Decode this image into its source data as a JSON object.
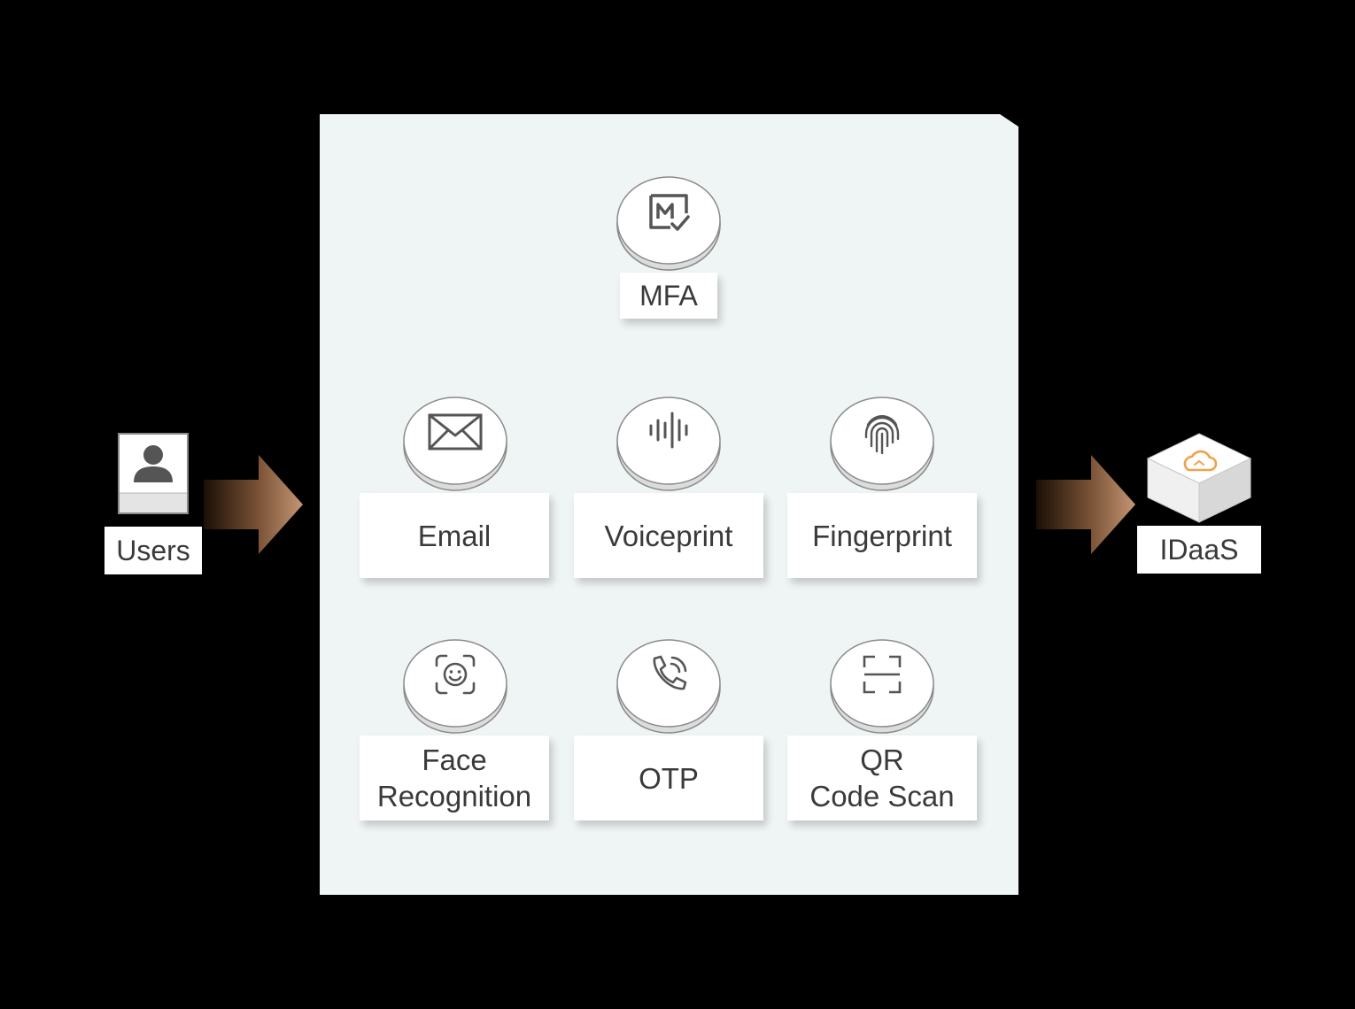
{
  "colors": {
    "background": "#000000",
    "panel": "#eff4f4",
    "card": "#ffffff",
    "text": "#3a3a3a",
    "disc_top": "#ffffff",
    "disc_side": "#dcdcdc",
    "disc_outline": "#8a8a8a",
    "icon_gray": "#555555",
    "cloud_orange": "#f0a24a",
    "arrow_dark": "#1a0f06",
    "arrow_light": "#c49674"
  },
  "users": {
    "label": "Users",
    "icon": "user-icon"
  },
  "idaas": {
    "label": "IDaaS",
    "icon": "cloud-icon"
  },
  "mfa": {
    "label": "MFA",
    "icon": "mfa-icon"
  },
  "methods": [
    {
      "label": "Email",
      "icon": "envelope-icon"
    },
    {
      "label": "Voiceprint",
      "icon": "voice-wave-icon"
    },
    {
      "label": "Fingerprint",
      "icon": "fingerprint-icon"
    },
    {
      "label": "Face\nRecognition",
      "icon": "face-scan-icon"
    },
    {
      "label": "OTP",
      "icon": "phone-call-icon"
    },
    {
      "label": "QR\nCode Scan",
      "icon": "qr-scan-icon"
    }
  ]
}
